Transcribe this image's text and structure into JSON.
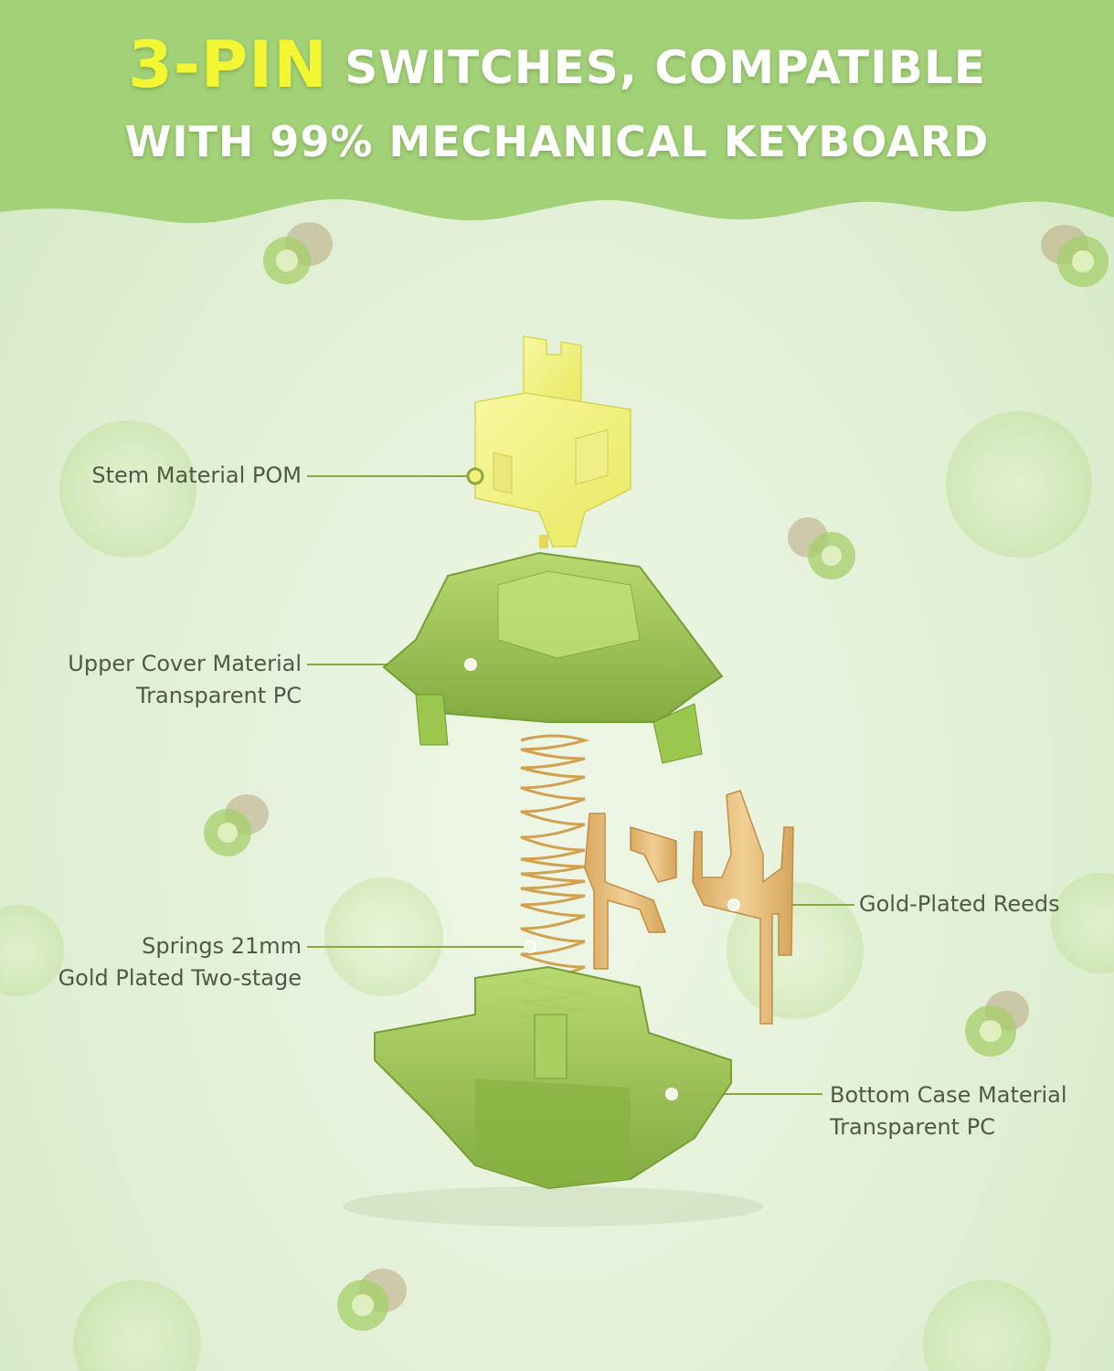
{
  "headline": {
    "accent": "3-PIN",
    "line1_rest": "SWITCHES, COMPATIBLE",
    "line2": "WITH 99% MECHANICAL KEYBOARD"
  },
  "colors": {
    "banner": "#a3d178",
    "accent": "#f3f733",
    "leader": "#8aa83c",
    "housing": "#8fc14a",
    "stem": "#f2f27a",
    "gold": "#e2b874"
  },
  "callouts": {
    "stem": {
      "line1": "Stem Material POM"
    },
    "upper_cover": {
      "line1": "Upper Cover Material",
      "line2": "Transparent PC"
    },
    "springs": {
      "line1": "Springs 21mm",
      "line2": "Gold Plated Two-stage"
    },
    "reeds": {
      "line1": "Gold-Plated Reeds"
    },
    "bottom_case": {
      "line1": "Bottom Case Material",
      "line2": "Transparent PC"
    }
  }
}
